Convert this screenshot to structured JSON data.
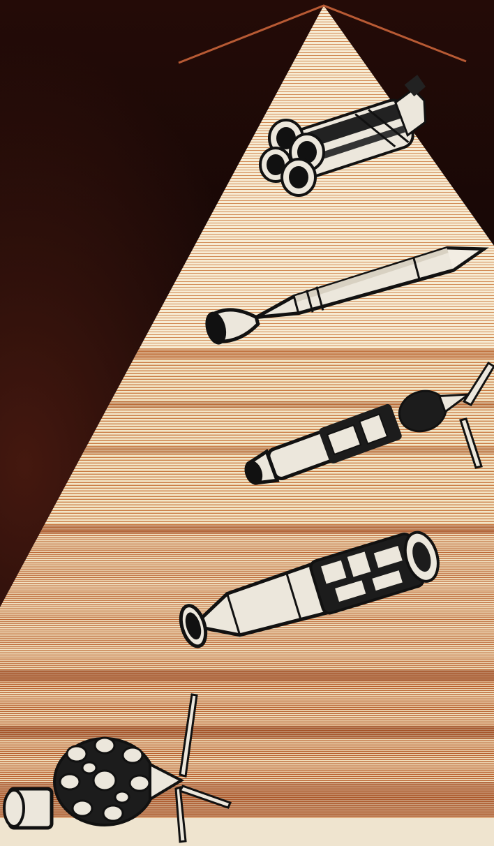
{
  "artwork": {
    "palette": {
      "sky_top": "#0e0606",
      "sky_mid": "#2a0e0a",
      "sky_glow": "#5a1f14",
      "stripe_light": "#f4e6c8",
      "stripe_dark": "#c7783e",
      "stripe_deep": "#8a3a1c",
      "ink": "#111111",
      "metal_light": "#ece7dc",
      "apex_line": "#b85a34"
    },
    "engines": [
      {
        "name": "rocket-engine-cluster",
        "kind": "rocket"
      },
      {
        "name": "ramjet-engine",
        "kind": "ramjet"
      },
      {
        "name": "turboprop-engine",
        "kind": "turboprop"
      },
      {
        "name": "turbojet-engine",
        "kind": "turbojet"
      },
      {
        "name": "radial-piston-engine",
        "kind": "piston"
      }
    ]
  }
}
